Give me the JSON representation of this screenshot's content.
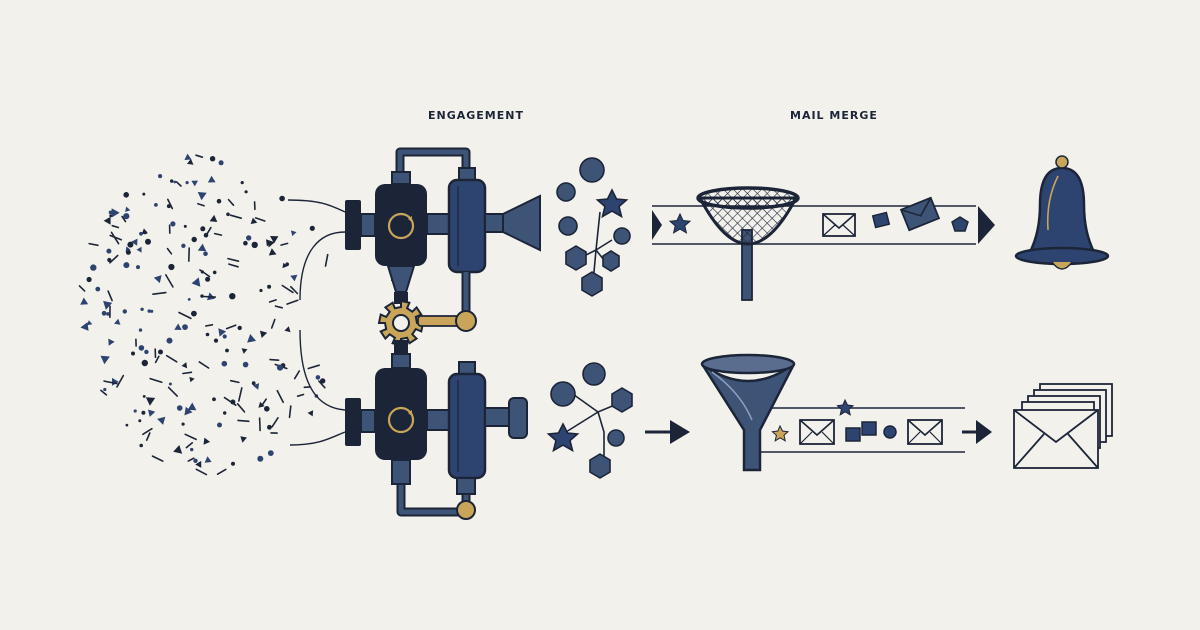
{
  "labels": {
    "engagement": "ENGAGEMENT",
    "mail_merge": "MAIL MERGE"
  },
  "colors": {
    "background": "#f3f1ec",
    "navy": "#2e4470",
    "slate": "#3e5477",
    "ink": "#1c2538",
    "gold": "#c9a55a"
  },
  "icons": [
    "particle-cloud",
    "pipe-machine-top",
    "pipe-machine-bottom",
    "gear-icon",
    "sieve-icon",
    "funnel-icon",
    "envelope-icon",
    "bell-icon",
    "envelope-stack-icon",
    "arrow-right-icon"
  ]
}
